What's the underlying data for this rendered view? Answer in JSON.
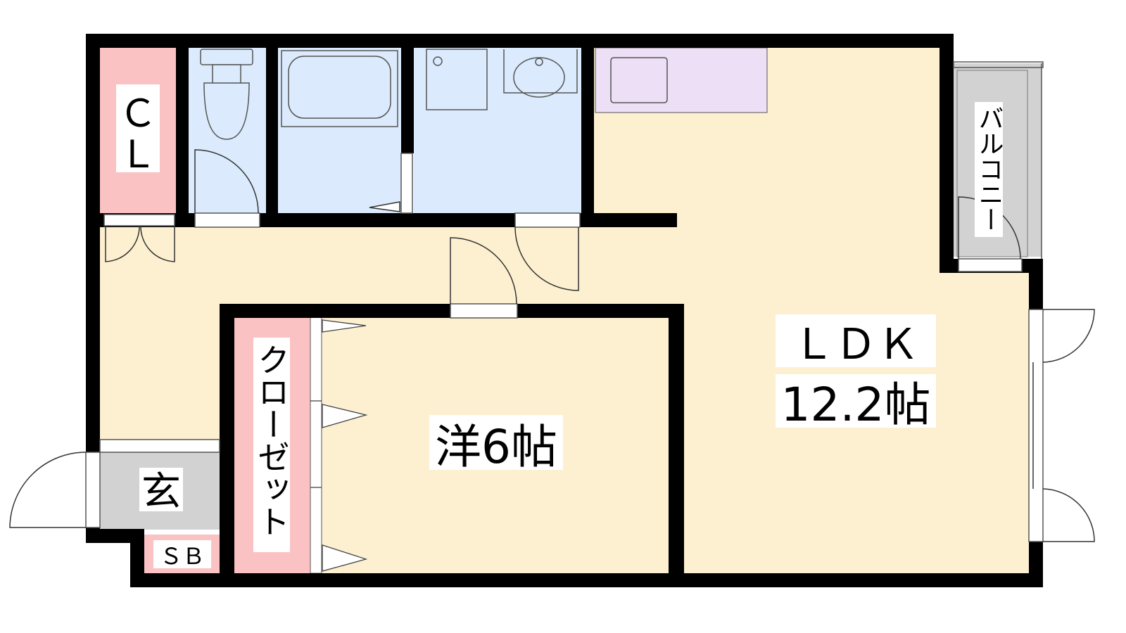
{
  "rooms": {
    "closet_cl": {
      "label_line1": "Ｃ",
      "label_line2": "Ｌ"
    },
    "closet": {
      "label": "クローゼット"
    },
    "western": {
      "label": "洋6帖"
    },
    "ldk": {
      "label_line1": "ＬＤＫ",
      "label_line2": "12.2帖"
    },
    "balcony": {
      "label": "バルコニー"
    },
    "entrance": {
      "label": "玄"
    },
    "shoebox": {
      "label": "ＳＢ"
    }
  },
  "colors": {
    "wall": "#000000",
    "floor": "#fdf0d0",
    "wet_area": "#dbeafc",
    "storage": "#fbc2c4",
    "kitchen": "#eddff5",
    "gray_area": "#d2d2d2"
  }
}
